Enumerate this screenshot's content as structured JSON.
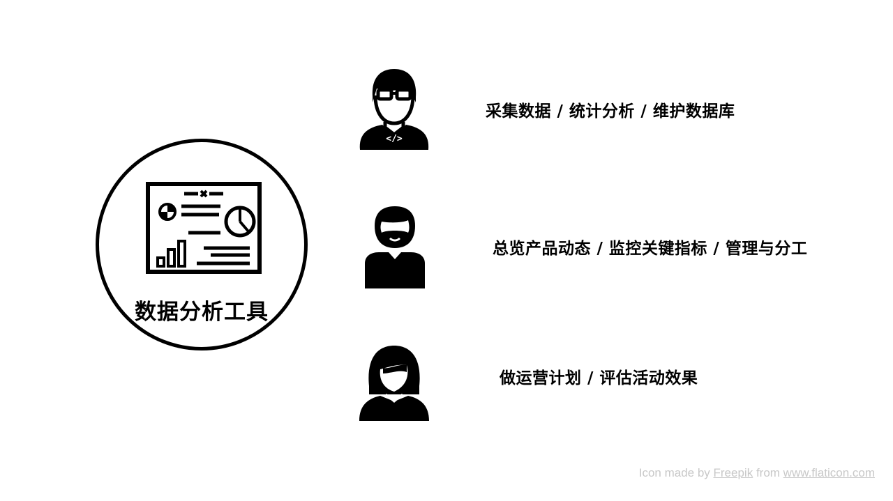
{
  "hub": {
    "title": "数据分析工具",
    "icon": "analytics-dashboard-icon"
  },
  "roles": [
    {
      "icon": "developer-avatar-icon",
      "code_symbol": "</>",
      "text": "采集数据 / 统计分析 / 维护数据库"
    },
    {
      "icon": "manager-avatar-icon",
      "text": "总览产品动态 / 监控关键指标 / 管理与分工"
    },
    {
      "icon": "operator-avatar-icon",
      "text": "做运营计划 / 评估活动效果"
    }
  ],
  "credit": {
    "prefix": "Icon made by",
    "author": "Freepik",
    "middle": "from",
    "site": "www.flaticon.com"
  },
  "colors": {
    "foreground": "#000000",
    "background": "#ffffff",
    "credit": "#c8c8c8"
  }
}
